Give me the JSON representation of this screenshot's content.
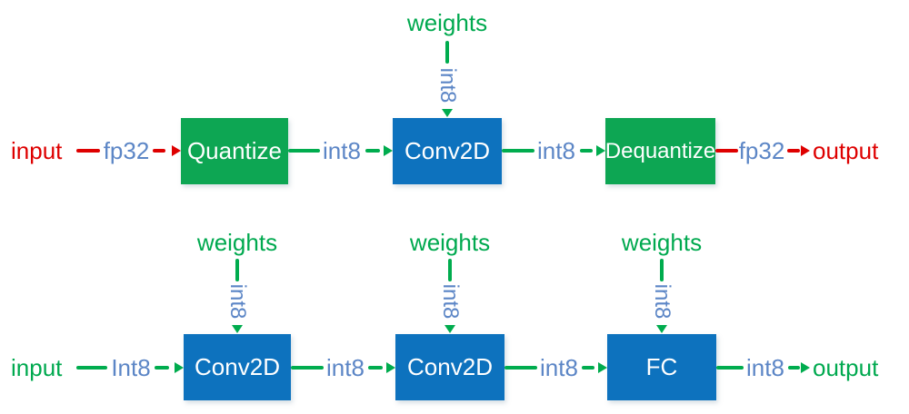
{
  "colors": {
    "green_box": "#0DA653",
    "blue_box": "#0D72BE",
    "green_line": "#00AC4E",
    "red_line": "#DE0000",
    "blue_label": "#5C86C6",
    "green_label": "#00A94F",
    "red_label": "#DE0000",
    "box_text": "#FFFFFF",
    "background": "#FFFFFF"
  },
  "top_row": {
    "input_label": "input",
    "edge1_label": "fp32",
    "node1_label": "Quantize",
    "edge2_label": "int8",
    "node2_label": "Conv2D",
    "edge3_label": "int8",
    "node3_label": "Dequantize",
    "edge4_label": "fp32",
    "output_label": "output",
    "weights_label": "weights",
    "weights_dtype": "int8"
  },
  "bottom_row": {
    "input_label": "input",
    "edge1_label": "Int8",
    "node1_label": "Conv2D",
    "edge2_label": "int8",
    "node2_label": "Conv2D",
    "edge3_label": "int8",
    "node3_label": "FC",
    "edge4_label": "int8",
    "output_label": "output",
    "weights1_label": "weights",
    "weights1_dtype": "int8",
    "weights2_label": "weights",
    "weights2_dtype": "int8",
    "weights3_label": "weights",
    "weights3_dtype": "int8"
  }
}
